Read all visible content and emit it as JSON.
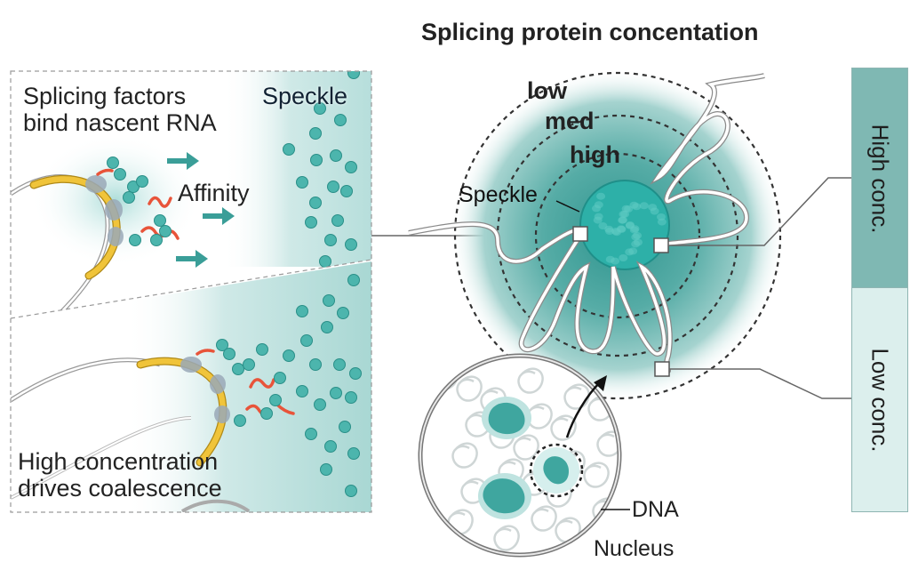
{
  "title": "Splicing protein concentation",
  "left_panels": {
    "top": {
      "caption_line1": "Splicing factors",
      "caption_line2": "bind nascent RNA",
      "speckle_label": "Speckle",
      "affinity_label": "Affinity"
    },
    "bottom": {
      "caption_line1": "High concentration",
      "caption_line2": "drives coalescence"
    }
  },
  "concentration_rings": {
    "labels": [
      "low",
      "med",
      "high"
    ],
    "speckle_label": "Speckle"
  },
  "nucleus": {
    "dna_label": "DNA",
    "nucleus_label": "Nucleus"
  },
  "legend_bar": {
    "high": {
      "label": "High conc.",
      "color": "#7fb8b3"
    },
    "low": {
      "label": "Low conc.",
      "color": "#dcefed"
    }
  },
  "colors": {
    "teal": "#2aa39b",
    "speckle_core": "#33b3ab",
    "rna": "#e8543a",
    "polymerase_track": "#f0c43a",
    "dashes": "#333333"
  }
}
